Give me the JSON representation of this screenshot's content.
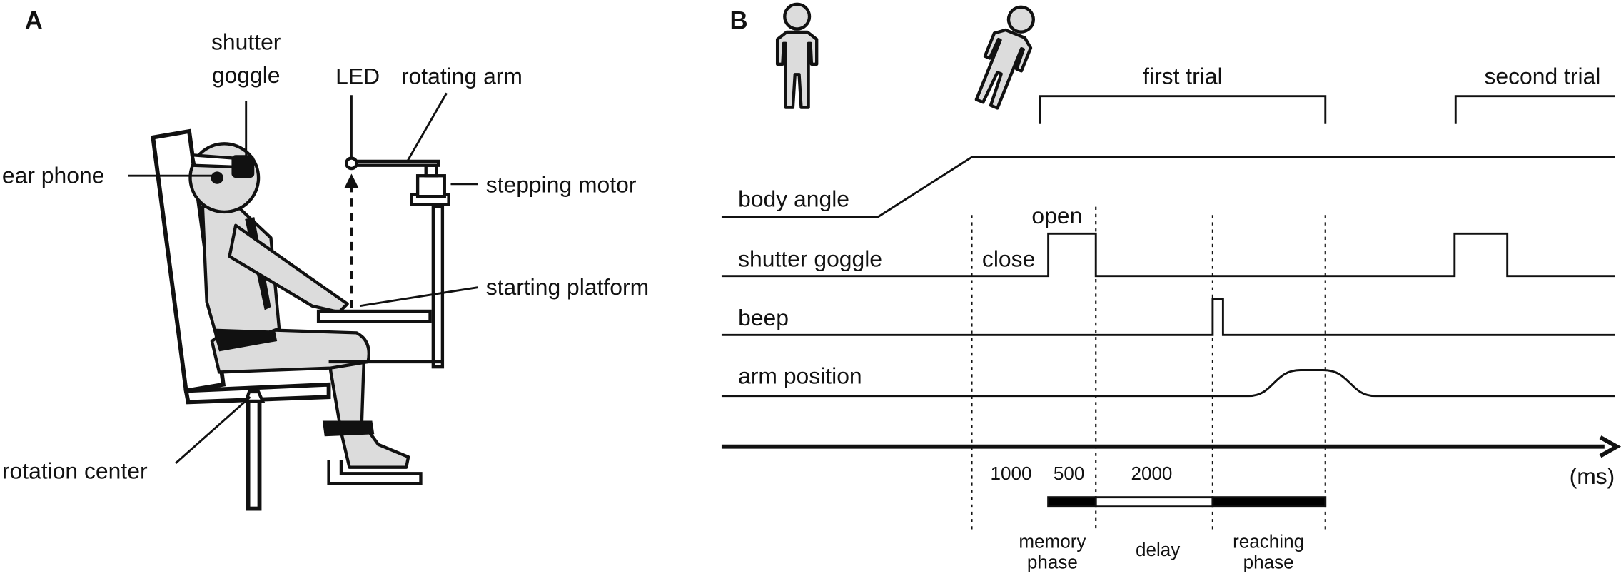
{
  "panel_a": {
    "letter": "A",
    "labels": {
      "shutter_goggle_line1": "shutter",
      "shutter_goggle_line2": "goggle",
      "led": "LED",
      "rotating_arm": "rotating arm",
      "ear_phone": "ear phone",
      "stepping_motor": "stepping motor",
      "starting_platform": "starting platform",
      "rotation_center": "rotation center"
    }
  },
  "panel_b": {
    "letter": "B",
    "trials": [
      "first trial",
      "second trial"
    ],
    "signals": [
      "body angle",
      "shutter goggle",
      "beep",
      "arm position"
    ],
    "shutter_states": {
      "close": "close",
      "open": "open"
    },
    "durations": [
      "1000",
      "500",
      "2000"
    ],
    "time_unit": "(ms)",
    "phases": [
      {
        "line1": "memory",
        "line2": "phase",
        "fill": "#000000"
      },
      {
        "line1": "delay",
        "line2": "",
        "fill": "#ffffff"
      },
      {
        "line1": "reaching",
        "line2": "phase",
        "fill": "#000000"
      }
    ]
  },
  "colors": {
    "ink": "#111111",
    "figure_fill": "#dcdcdc",
    "background": "#ffffff"
  }
}
